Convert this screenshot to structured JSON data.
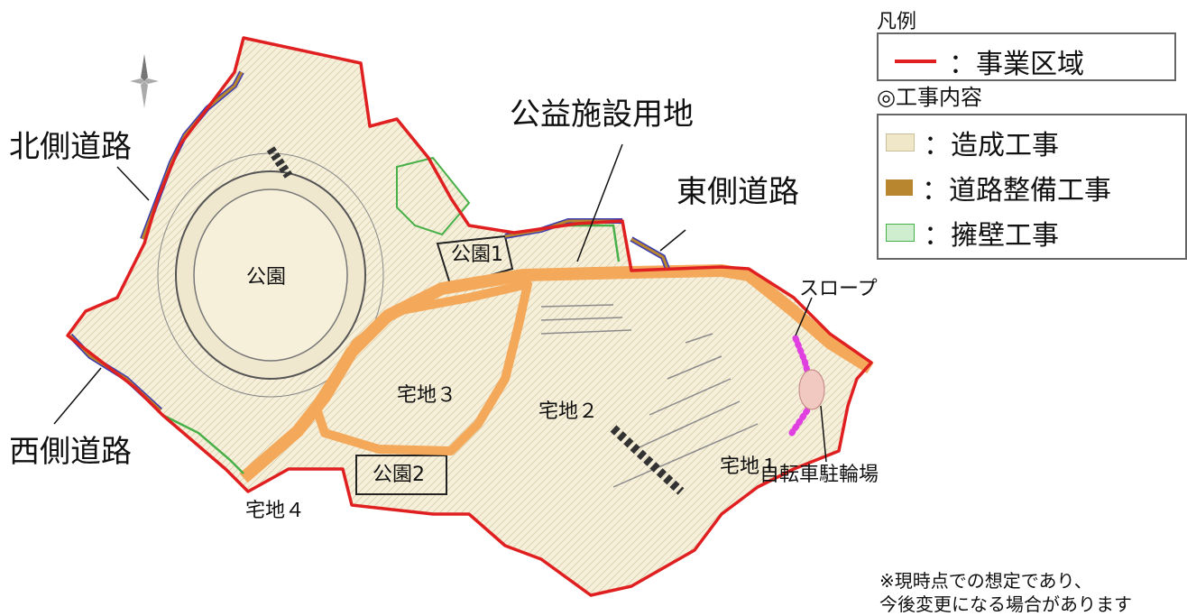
{
  "areas": {
    "park": "公園",
    "park1": "公園1",
    "park2": "公園2",
    "lot1": "宅地１",
    "lot2": "宅地２",
    "lot3": "宅地３",
    "lot4": "宅地４"
  },
  "callouts": {
    "north_road": "北側道路",
    "west_road": "西側道路",
    "east_road": "東側道路",
    "public_facility": "公益施設用地",
    "slope": "スロープ",
    "bicycle_parking": "自転車駐輪場"
  },
  "legend": {
    "title": "凡例",
    "boundary_label": "：事業区域",
    "works_heading": "◎工事内容",
    "items": [
      {
        "label": "：造成工事",
        "color": "#efe7c8"
      },
      {
        "label": "：道路整備工事",
        "color": "#b8862e"
      },
      {
        "label": "：擁壁工事",
        "color": "#7fd67f"
      }
    ]
  },
  "notes": {
    "line1": "※現時点での想定であり、",
    "line2": "今後変更になる場合があります"
  },
  "colors": {
    "boundary": "#e02020",
    "road_main": "#f3a85a",
    "road_side": "#3b3bb0",
    "retaining": "#48b048",
    "slope": "#e040e0",
    "ground": "#f4edd6"
  }
}
